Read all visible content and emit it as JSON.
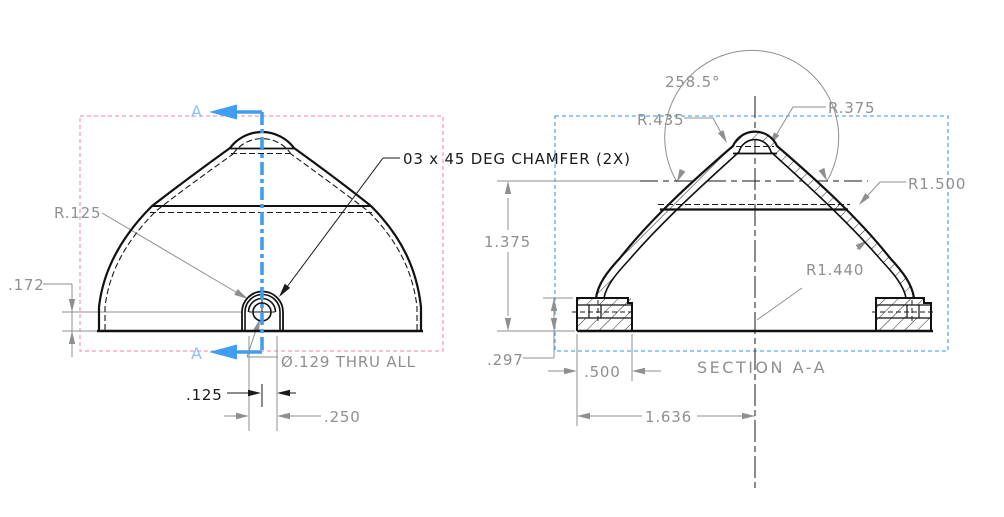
{
  "drawing": {
    "type": "CAD drawing sheet with two views",
    "front_view": {
      "section_marker": "A",
      "radius_boss": "R.125",
      "height_hole_center": ".172",
      "offset_left": ".125",
      "offset_right": ".250",
      "hole_note": "Ø.129 THRU ALL",
      "chamfer_note": "03 x 45 DEG CHAMFER (2X)"
    },
    "section_view": {
      "title": "SECTION A-A",
      "angle": "258.5°",
      "radius_outer_cap": "R.435",
      "radius_inner_cap": "R.375",
      "radius_outer_wall": "R1.500",
      "radius_inner_wall": "R1.440",
      "height_center": "1.375",
      "foot_height": ".297",
      "foot_width": ".500",
      "half_width": "1.636"
    },
    "colors": {
      "view_box_pink": "#f79bc3",
      "view_box_blue": "#5fa8f0",
      "section_line_blue": "#3f9df3",
      "section_letter_blue": "#8cc4f4",
      "dimension_gray": "#8f8f8f",
      "geometry_black": "#1a1a1a",
      "background": "#ffffff"
    }
  }
}
